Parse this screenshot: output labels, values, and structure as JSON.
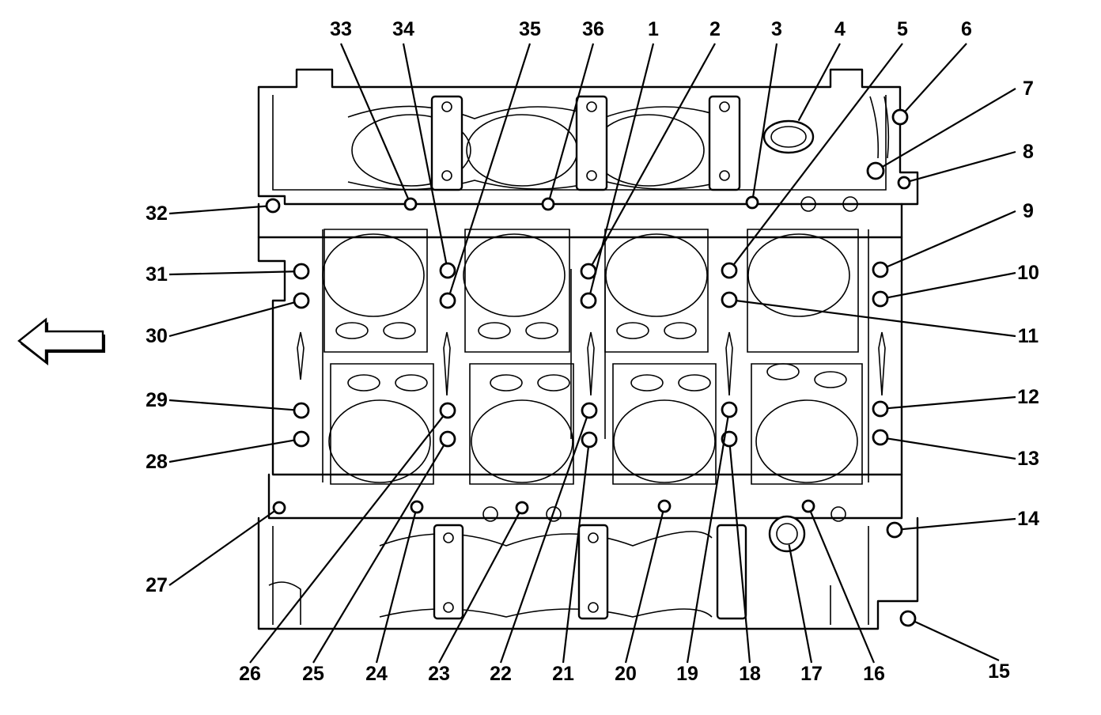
{
  "diagram": {
    "direction_arrow": "left-arrow-icon",
    "callouts": [
      "1",
      "2",
      "3",
      "4",
      "5",
      "6",
      "7",
      "8",
      "9",
      "10",
      "11",
      "12",
      "13",
      "14",
      "15",
      "16",
      "17",
      "18",
      "19",
      "20",
      "21",
      "22",
      "23",
      "24",
      "25",
      "26",
      "27",
      "28",
      "29",
      "30",
      "31",
      "32",
      "33",
      "34",
      "35",
      "36"
    ]
  }
}
